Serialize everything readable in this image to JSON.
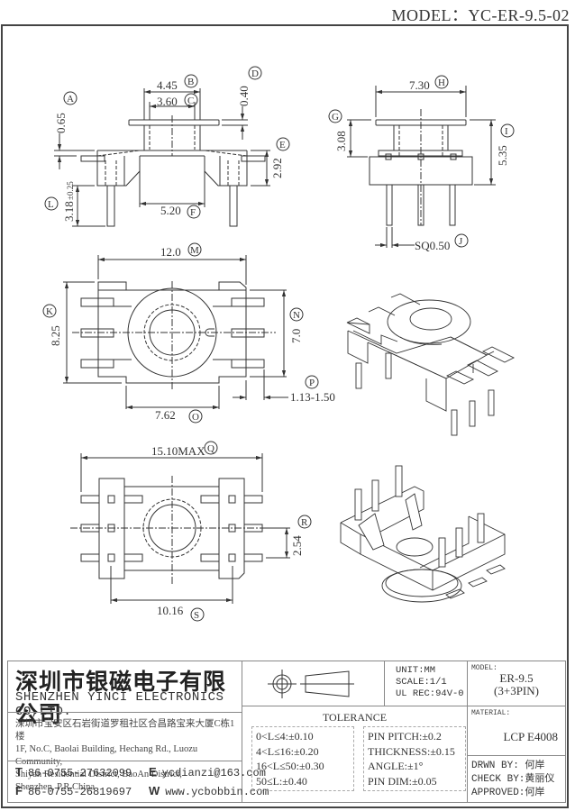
{
  "header": {
    "model_title": "MODEL：YC-ER-9.5-02"
  },
  "views": {
    "front": {
      "dims": {
        "A": {
          "tag": "A",
          "value": "0.65"
        },
        "B": {
          "tag": "B",
          "value": "4.45"
        },
        "C": {
          "tag": "C",
          "value": "3.60"
        },
        "D": {
          "tag": "D",
          "value": "0.40"
        },
        "E": {
          "tag": "E",
          "value": "2.92"
        },
        "F": {
          "tag": "F",
          "value": "5.20"
        },
        "L": {
          "tag": "L",
          "value": "3.18",
          "tol": "±0.25"
        }
      }
    },
    "side": {
      "dims": {
        "G": {
          "tag": "G",
          "value": "3.08"
        },
        "H": {
          "tag": "H",
          "value": "7.30"
        },
        "I": {
          "tag": "I",
          "value": "5.35"
        },
        "J": {
          "tag": "J",
          "value": "SQ0.50"
        }
      }
    },
    "top": {
      "dims": {
        "K": {
          "tag": "K",
          "value": "8.25"
        },
        "M": {
          "tag": "M",
          "value": "12.0"
        },
        "N": {
          "tag": "N",
          "value": "7.0"
        },
        "O": {
          "tag": "O",
          "value": "7.62"
        },
        "P": {
          "tag": "P",
          "value": "1.13-1.50"
        }
      }
    },
    "bottom": {
      "dims": {
        "Q": {
          "tag": "Q",
          "value": "15.10MAX"
        },
        "R": {
          "tag": "R",
          "value": "2.54"
        },
        "S": {
          "tag": "S",
          "value": "10.16"
        }
      }
    }
  },
  "title_block": {
    "company_cn": "深圳市银磁电子有限公司",
    "company_en": "SHENZHEN YINCI ELECTRONICS CO,LTD.",
    "address": [
      "深圳市宝安区石岩街道罗租社区合昌路宝来大厦C栋1楼",
      "1F, No.C, Baolai Building, Hechang Rd., Luozu Community,",
      "Shiyan Residential District, BaoAn District,",
      "Shenzhen, P.R.China"
    ],
    "contacts": {
      "tel": {
        "key": "T",
        "value": "86-0755-27632099"
      },
      "fax": {
        "key": "F",
        "value": "86-0755-26819697"
      },
      "email": {
        "key": "E",
        "value": "ycdianzi@163.com"
      },
      "web": {
        "key": "W",
        "value": "www.ycbobbin.com"
      }
    },
    "unit": "UNIT:MM",
    "scale": "SCALE:1/1",
    "ul_rec": "UL REC:94V-0",
    "tolerance_title": "TOLERANCE",
    "tolerance_left": [
      "0<L≤4:±0.10",
      "4<L≤16:±0.20",
      "16<L≤50:±0.30",
      "50≤L:±0.40"
    ],
    "tolerance_right": [
      "PIN PITCH:±0.2",
      "THICKNESS:±0.15",
      "ANGLE:±1°",
      "PIN DIM:±0.05"
    ],
    "model_label": "MODEL:",
    "model_value": "ER-9.5",
    "model_pins": "(3+3PIN)",
    "material_label": "MATERIAL:",
    "material_value": "LCP E4008",
    "drawn_by": "DRWN BY: 何岸",
    "check_by": "CHECK BY:黄丽仪",
    "approved": "APPROVED:何岸"
  }
}
